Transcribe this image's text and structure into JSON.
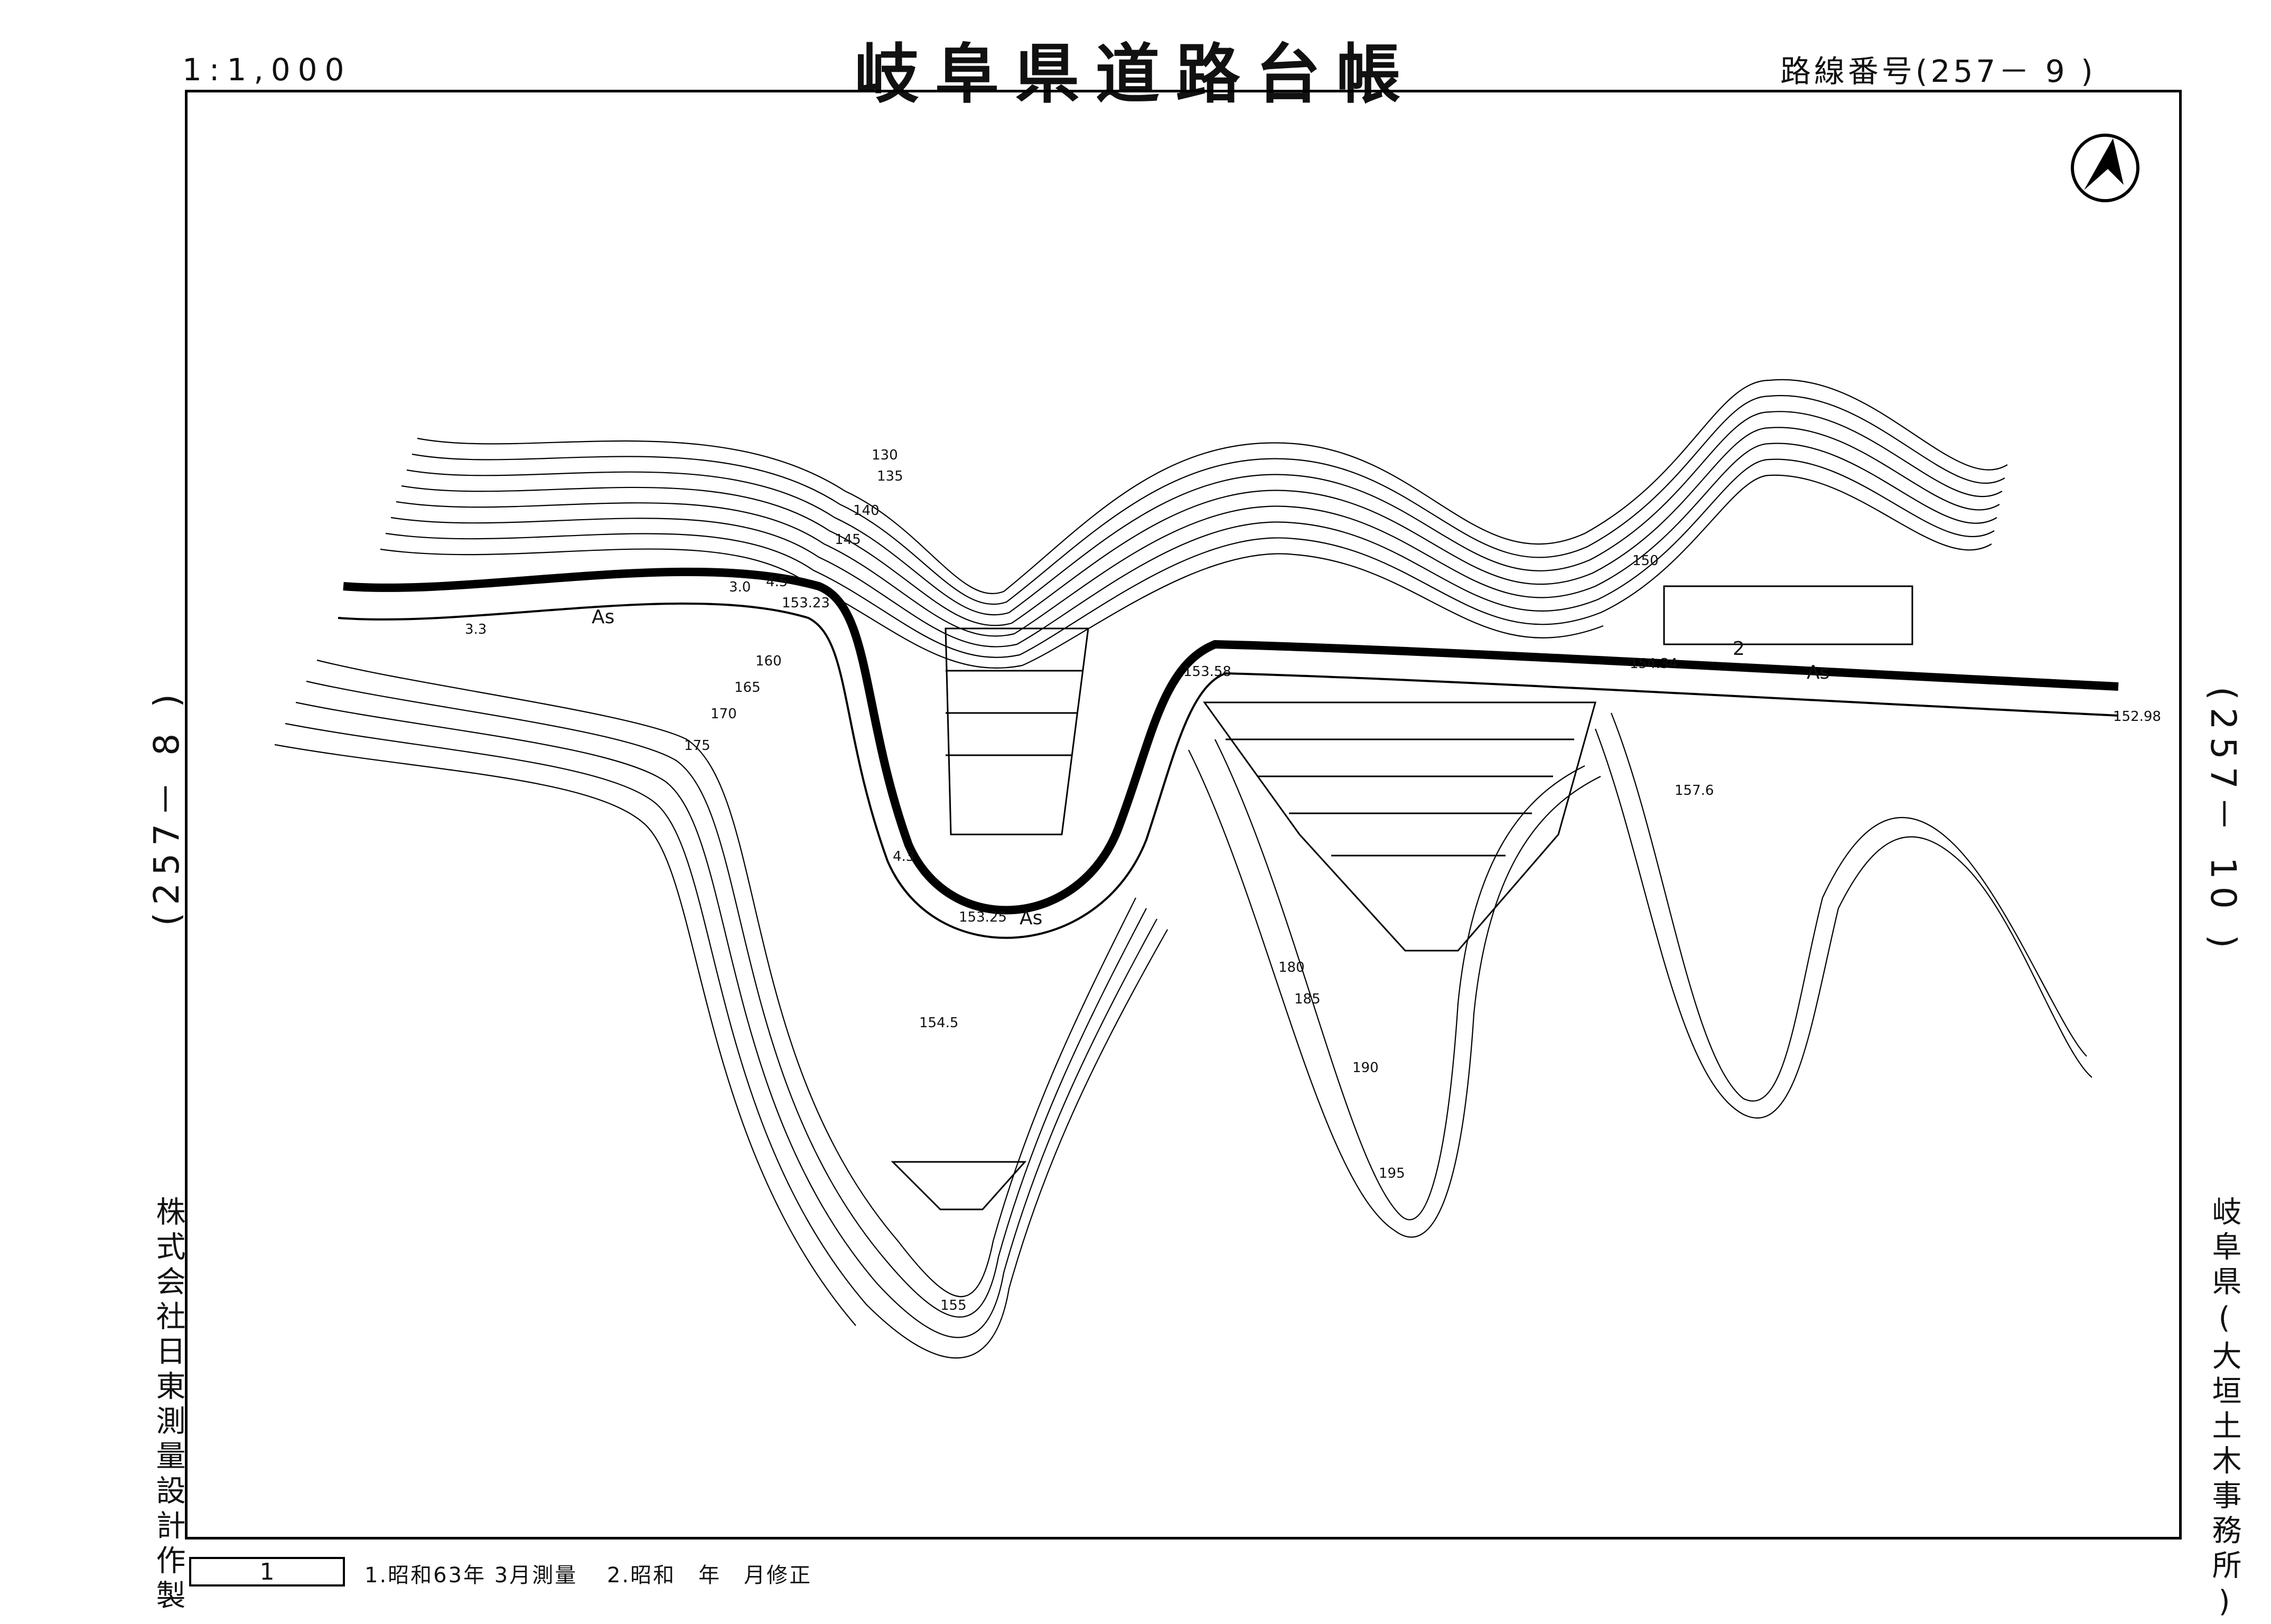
{
  "header": {
    "scale": "1:1,000",
    "title": "岐阜県道路台帳",
    "route_number": "路線番号(257－ 9 )"
  },
  "adjacent_sheets": {
    "left": "(257－ 8 )",
    "right": "(257－ 10 )"
  },
  "side_labels": {
    "surveyor": "株式会社日東測量設計作製",
    "office": "岐阜県(大垣土木事務所)"
  },
  "footer": {
    "sheet_number": "1",
    "note_1": "1.昭和63年 3月測量",
    "note_2": "2.昭和　年　月修正"
  },
  "map": {
    "surface_label": "As",
    "elevations": [
      "153.23",
      "153.58",
      "154.34",
      "152.98",
      "153.25",
      "154.5",
      "157.6"
    ],
    "contour_labels": [
      "130",
      "135",
      "140",
      "145",
      "150",
      "155",
      "160",
      "165",
      "170",
      "175",
      "180",
      "185",
      "190",
      "195"
    ],
    "widths": [
      "3.0",
      "3.3",
      "4.5",
      "4.3",
      "2"
    ],
    "north_arrow": "north-arrow-icon"
  }
}
